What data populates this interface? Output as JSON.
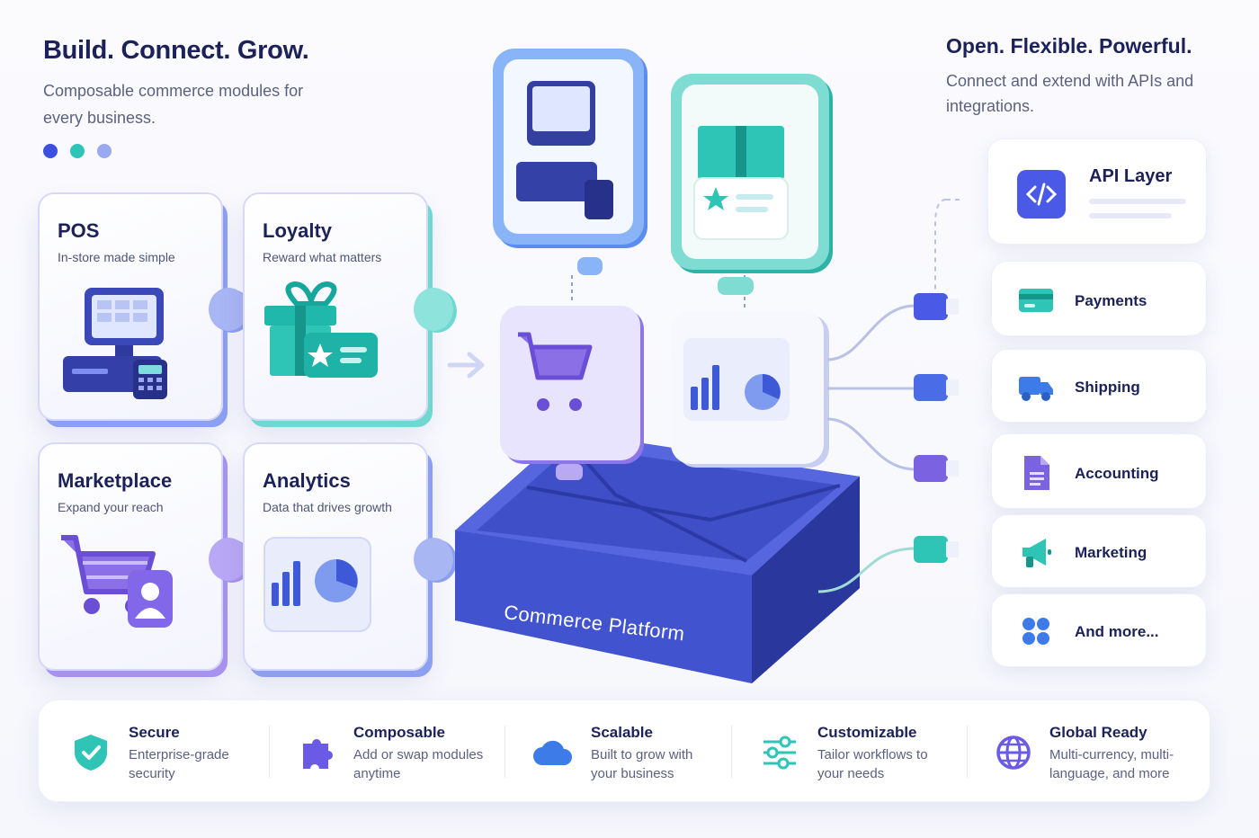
{
  "header": {
    "title": "Build. Connect. Grow.",
    "subtitle": "Composable commerce modules for every business.",
    "dots": [
      "#3b4fe0",
      "#2ec4b6",
      "#9aa8f0"
    ]
  },
  "right_header": {
    "title": "Open. Flexible. Powerful.",
    "subtitle": "Connect and extend with APIs and integrations."
  },
  "modules": [
    {
      "title": "POS",
      "desc": "In-store made simple",
      "icon": "pos-terminal-icon",
      "accent": "#6d83ec"
    },
    {
      "title": "Loyalty",
      "desc": "Reward what matters",
      "icon": "gift-card-icon",
      "accent": "#39c9bf"
    },
    {
      "title": "Marketplace",
      "desc": "Expand your reach",
      "icon": "cart-user-icon",
      "accent": "#8a6fe6"
    },
    {
      "title": "Analytics",
      "desc": "Data that drives growth",
      "icon": "chart-icon",
      "accent": "#6d83ec"
    }
  ],
  "platform": {
    "label": "Commerce Platform",
    "color": "#3e4fc8"
  },
  "integrations": [
    {
      "label": "API Layer",
      "icon": "code-icon",
      "color": "#4a5ae6"
    },
    {
      "label": "Payments",
      "icon": "credit-card-icon",
      "color": "#2ec4b6"
    },
    {
      "label": "Shipping",
      "icon": "truck-icon",
      "color": "#3d7ce8"
    },
    {
      "label": "Accounting",
      "icon": "document-icon",
      "color": "#7b62e0"
    },
    {
      "label": "Marketing",
      "icon": "megaphone-icon",
      "color": "#2ec4b6"
    },
    {
      "label": "And more...",
      "icon": "grid-dots-icon",
      "color": "#3d7ce8"
    }
  ],
  "features": [
    {
      "title": "Secure",
      "desc": "Enterprise-grade security",
      "icon": "shield-check-icon",
      "color": "#2ec4b6"
    },
    {
      "title": "Composable",
      "desc": "Add or swap modules anytime",
      "icon": "puzzle-icon",
      "color": "#6a5ae6"
    },
    {
      "title": "Scalable",
      "desc": "Built to grow with your business",
      "icon": "cloud-icon",
      "color": "#3d7ce8"
    },
    {
      "title": "Customizable",
      "desc": "Tailor workflows to your needs",
      "icon": "sliders-icon",
      "color": "#2ec4b6"
    },
    {
      "title": "Global Ready",
      "desc": "Multi-currency, multi-language, and more",
      "icon": "globe-icon",
      "color": "#6a5ae6"
    }
  ]
}
